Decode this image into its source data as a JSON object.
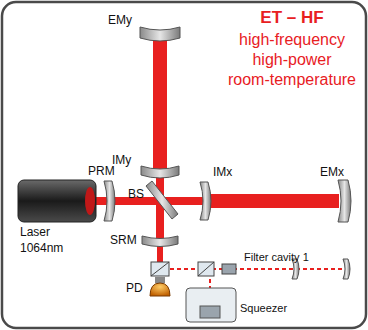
{
  "diagram": {
    "title": "ET – HF",
    "labels": [
      "high-frequency",
      "high-power",
      "room-temperature",
      "EMy",
      "IMy",
      "PRM",
      "BS",
      "IMx",
      "EMx",
      "Laser",
      "1064nm",
      "SRM",
      "PD",
      "Filter cavity 1",
      "Squeezer"
    ]
  }
}
